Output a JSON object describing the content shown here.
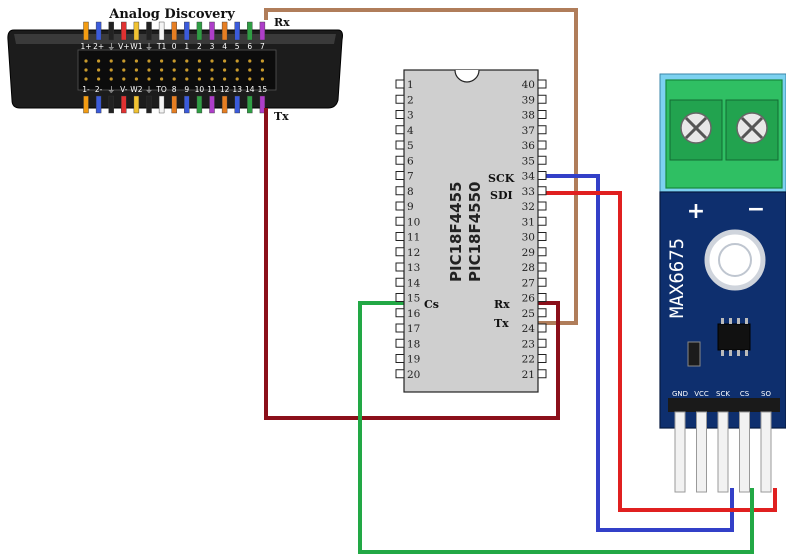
{
  "device": {
    "title": "Analog Discovery",
    "top_pins": [
      "1+",
      "2+",
      "⏚",
      "V+",
      "W1",
      "⏚",
      "T1",
      "0",
      "1",
      "2",
      "3",
      "4",
      "5",
      "6",
      "7"
    ],
    "bottom_pins": [
      "1-",
      "2-",
      "⏚",
      "V-",
      "W2",
      "⏚",
      "TO",
      "8",
      "9",
      "10",
      "11",
      "12",
      "13",
      "14",
      "15"
    ],
    "wire_label_rx": "Rx",
    "wire_label_tx": "Tx",
    "pin_colors_top": [
      "#f39c12",
      "#3b5bdb",
      "#222222",
      "#e03131",
      "#f1c232",
      "#222222",
      "#f4f4f4",
      "#e67e22",
      "#3b5bdb",
      "#2f9e44",
      "#ae3ec9",
      "#e67e22",
      "#3b5bdb",
      "#2f9e44",
      "#ae3ec9"
    ],
    "pin_colors_bottom": [
      "#f39c12",
      "#3b5bdb",
      "#222222",
      "#e03131",
      "#f1c232",
      "#222222",
      "#f4f4f4",
      "#e67e22",
      "#3b5bdb",
      "#2f9e44",
      "#ae3ec9",
      "#e67e22",
      "#3b5bdb",
      "#2f9e44",
      "#ae3ec9"
    ]
  },
  "ic": {
    "part_line1": "PIC18F4455",
    "part_line2": "PIC18F4550",
    "left_pins": [
      "1",
      "2",
      "3",
      "4",
      "5",
      "6",
      "7",
      "8",
      "9",
      "10",
      "11",
      "12",
      "13",
      "14",
      "15",
      "16",
      "17",
      "18",
      "19",
      "20"
    ],
    "right_pins": [
      "40",
      "39",
      "38",
      "37",
      "36",
      "35",
      "34",
      "33",
      "32",
      "31",
      "30",
      "29",
      "28",
      "27",
      "26",
      "25",
      "24",
      "23",
      "22",
      "21"
    ],
    "label_sck": "SCK",
    "label_sdi": "SDI",
    "label_rx": "Rx",
    "label_tx": "Tx",
    "label_cs": "Cs"
  },
  "module": {
    "name": "MAX6675",
    "plus": "+",
    "minus": "−",
    "pins": [
      "GND",
      "VCC",
      "SCK",
      "CS",
      "SO"
    ]
  },
  "wires": {
    "tan": "#b07d5a",
    "darkred": "#8b0f1a",
    "blue": "#3340c8",
    "red": "#e02020",
    "green": "#22a845"
  }
}
